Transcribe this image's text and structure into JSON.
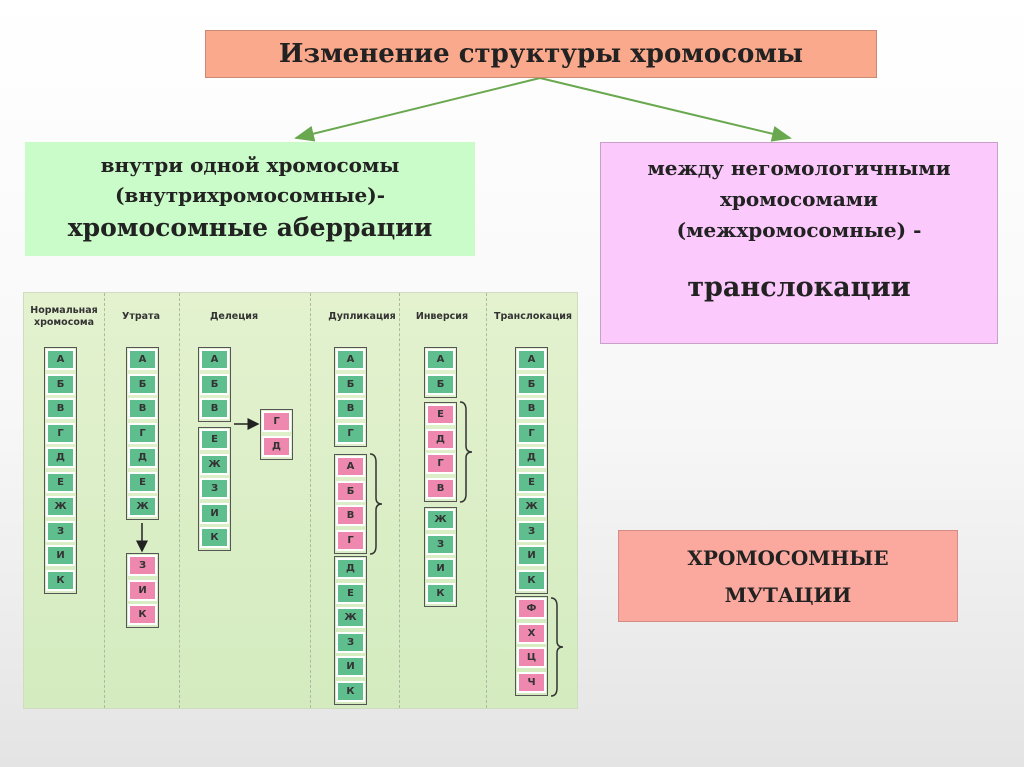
{
  "title": "Изменение структуры хромосомы",
  "intra": {
    "line1": "внутри одной хромосомы",
    "line2": "(внутрихромосомные)-",
    "line3": "хромосомные аберрации"
  },
  "inter": {
    "line1": "между негомологичными",
    "line2": "хромосомами",
    "line3": "(межхромосомные) -",
    "line4": "транслокации"
  },
  "mutations": {
    "line1": "ХРОМОСОМНЫЕ",
    "line2": "МУТАЦИИ"
  },
  "colors": {
    "title_bg": "#fba98c",
    "intra_bg": "#c9fcc8",
    "inter_bg": "#fbc9fb",
    "mutations_bg": "#fba99f",
    "arrow": "#6aa84f",
    "gene_green": "#5fbe8e",
    "gene_pink": "#ee88ae"
  },
  "columns": [
    {
      "header": [
        "Нормальная",
        "хромосома"
      ],
      "segments": [
        {
          "color": "green",
          "genes": [
            "А",
            "Б",
            "В",
            "Г",
            "Д",
            "Е",
            "Ж",
            "З",
            "И",
            "К"
          ]
        }
      ]
    },
    {
      "header": [
        "Утрата"
      ],
      "segments": [
        {
          "color": "green",
          "genes": [
            "А",
            "Б",
            "В",
            "Г",
            "Д",
            "Е",
            "Ж"
          ]
        },
        {
          "color": "pink",
          "genes": [
            "З",
            "И",
            "К"
          ]
        }
      ]
    },
    {
      "header": [
        "Делеция"
      ],
      "segments": [
        {
          "color": "green",
          "genes": [
            "А",
            "Б",
            "В"
          ]
        },
        {
          "color": "green",
          "genes": [
            "Е",
            "Ж",
            "З",
            "И",
            "К"
          ]
        },
        {
          "color": "pink",
          "genes": [
            "Г",
            "Д"
          ]
        }
      ]
    },
    {
      "header": [
        "Дупликация"
      ],
      "segments": [
        {
          "color": "green",
          "genes": [
            "А",
            "Б",
            "В",
            "Г"
          ]
        },
        {
          "color": "pink",
          "genes": [
            "А",
            "Б",
            "В",
            "Г"
          ]
        },
        {
          "color": "green",
          "genes": [
            "Д",
            "Е",
            "Ж",
            "З",
            "И",
            "К"
          ]
        }
      ]
    },
    {
      "header": [
        "Инверсия"
      ],
      "segments": [
        {
          "color": "green",
          "genes": [
            "А",
            "Б"
          ]
        },
        {
          "color": "pink",
          "genes": [
            "Е",
            "Д",
            "Г",
            "В"
          ]
        },
        {
          "color": "green",
          "genes": [
            "Ж",
            "З",
            "И",
            "К"
          ]
        }
      ]
    },
    {
      "header": [
        "Транслокация"
      ],
      "segments": [
        {
          "color": "green",
          "genes": [
            "А",
            "Б",
            "В",
            "Г",
            "Д",
            "Е",
            "Ж",
            "З",
            "И",
            "К"
          ]
        },
        {
          "color": "pink",
          "genes": [
            "Ф",
            "Х",
            "Ц",
            "Ч"
          ]
        }
      ]
    }
  ]
}
